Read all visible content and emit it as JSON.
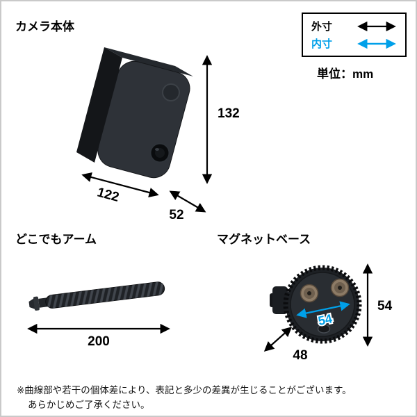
{
  "colors": {
    "accent": "#00a0e9",
    "ink": "#000000"
  },
  "legend": {
    "outer": "外寸",
    "inner": "内寸",
    "unit": "単位：mm"
  },
  "camera": {
    "title": "カメラ本体",
    "height_mm": "132",
    "width_mm": "122",
    "depth_mm": "52"
  },
  "arm": {
    "title": "どこでもアーム",
    "length_mm": "200"
  },
  "magnet_base": {
    "title": "マグネットベース",
    "height_mm": "54",
    "inner_width_mm": "54",
    "depth_mm": "48"
  },
  "note": {
    "line1": "※曲線部や若干の個体差により、表記と多少の差異が生じることがございます。",
    "line2": "あらかじめご了承ください。"
  }
}
